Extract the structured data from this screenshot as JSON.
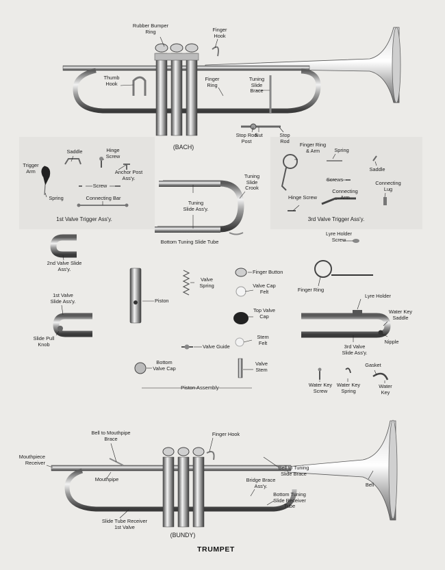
{
  "title": "TRUMPET",
  "captions": {
    "bach": "(BACH)",
    "bundy": "(BUNDY)",
    "trigger1": "1st Valve Trigger Ass'y.",
    "trigger3": "3rd Valve Trigger Ass'y.",
    "piston_assembly": "Piston Assembly"
  },
  "labels": {
    "rubber_bumper_ring": "Rubber Bumper\nRing",
    "finger_hook_top": "Finger\nHook",
    "thumb_hook": "Thumb\nHook",
    "finger_ring_top": "Finger\nRing",
    "tuning_slide_brace": "Tuning\nSlide\nBrace",
    "stop_rod_post": "Stop Rod\nPost",
    "nut": "Nut",
    "stop_rod": "Stop\nRod",
    "saddle1": "Saddle",
    "hinge_screw1": "Hinge\nScrew",
    "trigger_arm": "Trigger\nArm",
    "anchor_post": "Anchor Post\nAss'y.",
    "screw1": "Screw",
    "spring1": "Spring",
    "connecting_bar": "Connecting Bar",
    "tuning_slide_crook": "Tuning\nSlide\nCrook",
    "tuning_slide_assy": "Tuning\nSlide Ass'y.",
    "bottom_tuning_slide_tube": "Bottom Tuning Slide Tube",
    "finger_ring_arm": "Finger Ring\n& Arm",
    "spring3": "Spring",
    "saddle3": "Saddle",
    "screws3": "Screws",
    "connecting_lug": "Connecting\nLug",
    "hinge_screw3": "Hinge Screw",
    "connecting_arm": "Connecting\nArm",
    "lyre_holder_screw": "Lyre Holder\nScrew",
    "second_valve_slide": "2nd Valve Slide\nAss'y.",
    "finger_button": "Finger Button",
    "valve_spring": "Valve\nSpring",
    "valve_cap_felt": "Valve Cap\nFelt",
    "finger_ring_mid": "Finger Ring",
    "first_valve_slide": "1st Valve\nSlide Ass'y.",
    "piston": "Piston",
    "top_valve_cap": "Top Valve\nCap",
    "lyre_holder": "Lyre Holder",
    "water_key_saddle": "Water Key\nSaddle",
    "slide_pull_knob": "Slide Pull\nKnob",
    "stem_felt": "Stem\nFelt",
    "valve_guide": "Valve Guide",
    "nipple": "Nipple",
    "third_valve_slide": "3rd Valve\nSlide Ass'y.",
    "bottom_valve_cap": "Bottom\nValve Cap",
    "valve_stem": "Valve\nStem",
    "gasket": "Gasket",
    "water_key_screw": "Water Key\nScrew",
    "water_key_spring": "Water Key\nSpring",
    "water_key": "Water\nKey",
    "bell_mouthpipe_brace": "Bell to Mouthpipe\nBrace",
    "finger_hook_bottom": "Finger Hook",
    "mouthpiece_receiver": "Mouthpiece\nReceiver",
    "bell_tuning_brace": "Bell to Tuning\nSlide Brace",
    "mouthpipe": "Mouthpipe",
    "bridge_brace": "Bridge Brace\nAss'y.",
    "bell": "Bell",
    "bottom_tuning_receiver": "Bottom Tuning\nSlide Receiver\nTube",
    "slide_tube_receiver": "Slide Tube Receiver\n1st Valve"
  }
}
